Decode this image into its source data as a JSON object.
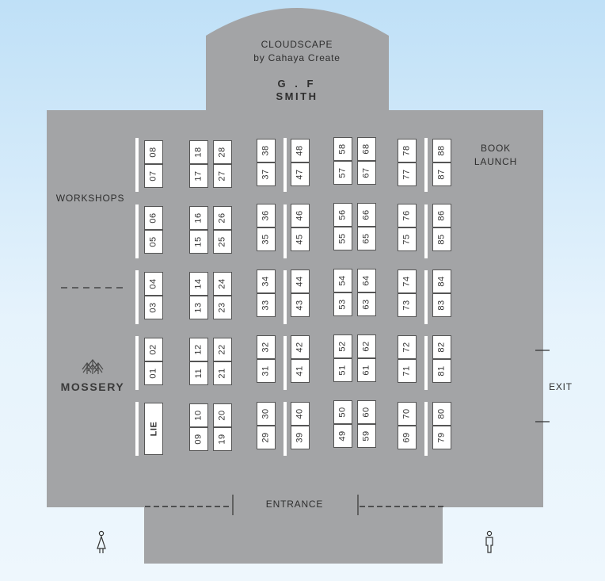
{
  "top_area": {
    "title": "CLOUDSCAPE",
    "subtitle": "by Cahaya Create",
    "sponsor_line1": "G   .   F",
    "sponsor_line2": "SMITH"
  },
  "labels": {
    "workshops": "WORKSHOPS",
    "book_launch_1": "BOOK",
    "book_launch_2": "LAUNCH",
    "exit": "EXIT",
    "entrance": "ENTRANCE",
    "mossery": "MOSSERY"
  },
  "icons": {
    "mossery_logo": "pine-trees-icon",
    "restroom_left": "female-person-icon",
    "restroom_right": "male-person-icon"
  },
  "colors": {
    "hall": "#a3a4a6",
    "stall": "#ffffff",
    "background_top": "#bfe0f7",
    "background_bottom": "#eef7fd"
  },
  "stalls": {
    "column_1": [
      "08",
      "07",
      "06",
      "05",
      "04",
      "03",
      "02",
      "01"
    ],
    "column_2": [
      "18",
      "17",
      "16",
      "15",
      "14",
      "13",
      "12",
      "11",
      "10",
      "09"
    ],
    "column_3": [
      "28",
      "27",
      "26",
      "25",
      "24",
      "23",
      "22",
      "21",
      "20",
      "19"
    ],
    "column_4": [
      "38",
      "37",
      "36",
      "35",
      "34",
      "33",
      "32",
      "31",
      "30",
      "29"
    ],
    "column_5": [
      "48",
      "47",
      "46",
      "45",
      "44",
      "43",
      "42",
      "41",
      "40",
      "39"
    ],
    "column_6": [
      "58",
      "57",
      "56",
      "55",
      "54",
      "53",
      "52",
      "51",
      "50",
      "49"
    ],
    "column_7": [
      "68",
      "67",
      "66",
      "65",
      "64",
      "63",
      "62",
      "61",
      "60",
      "59"
    ],
    "column_8": [
      "78",
      "77",
      "76",
      "75",
      "74",
      "73",
      "72",
      "71",
      "70",
      "69"
    ],
    "column_9": [
      "88",
      "87",
      "86",
      "85",
      "84",
      "83",
      "82",
      "81",
      "80",
      "79"
    ],
    "special": "LIE"
  }
}
